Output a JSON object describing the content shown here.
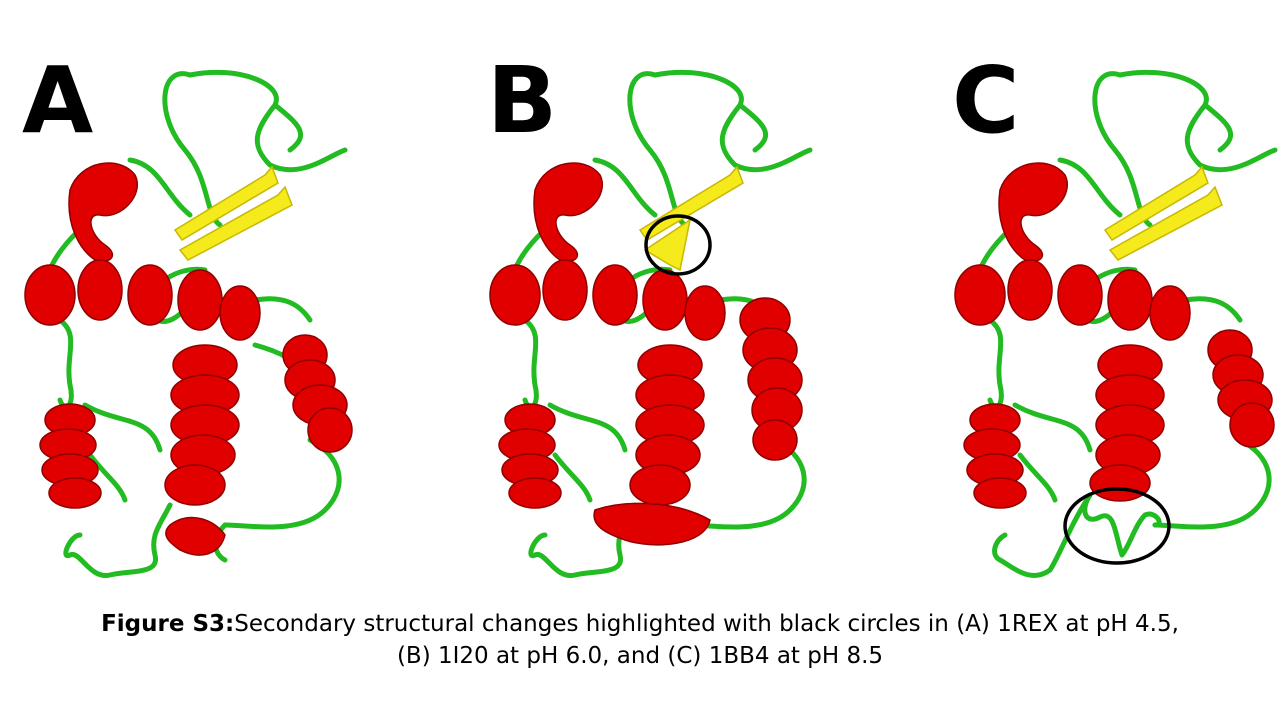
{
  "panels": [
    {
      "label": "A",
      "highlight": "none"
    },
    {
      "label": "B",
      "highlight": "beta-strand-end"
    },
    {
      "label": "C",
      "highlight": "bottom-loop"
    }
  ],
  "caption": {
    "label": "Figure S3:",
    "line1": "Secondary structural changes highlighted with black circles in (A) 1REX at pH 4.5,",
    "line2": "(B) 1I20 at pH 6.0, and (C) 1BB4 at pH 8.5"
  },
  "colors": {
    "helix": "#e00000",
    "strand": "#f4ea1c",
    "coil": "#22bb22",
    "highlight_circle": "#000000"
  }
}
